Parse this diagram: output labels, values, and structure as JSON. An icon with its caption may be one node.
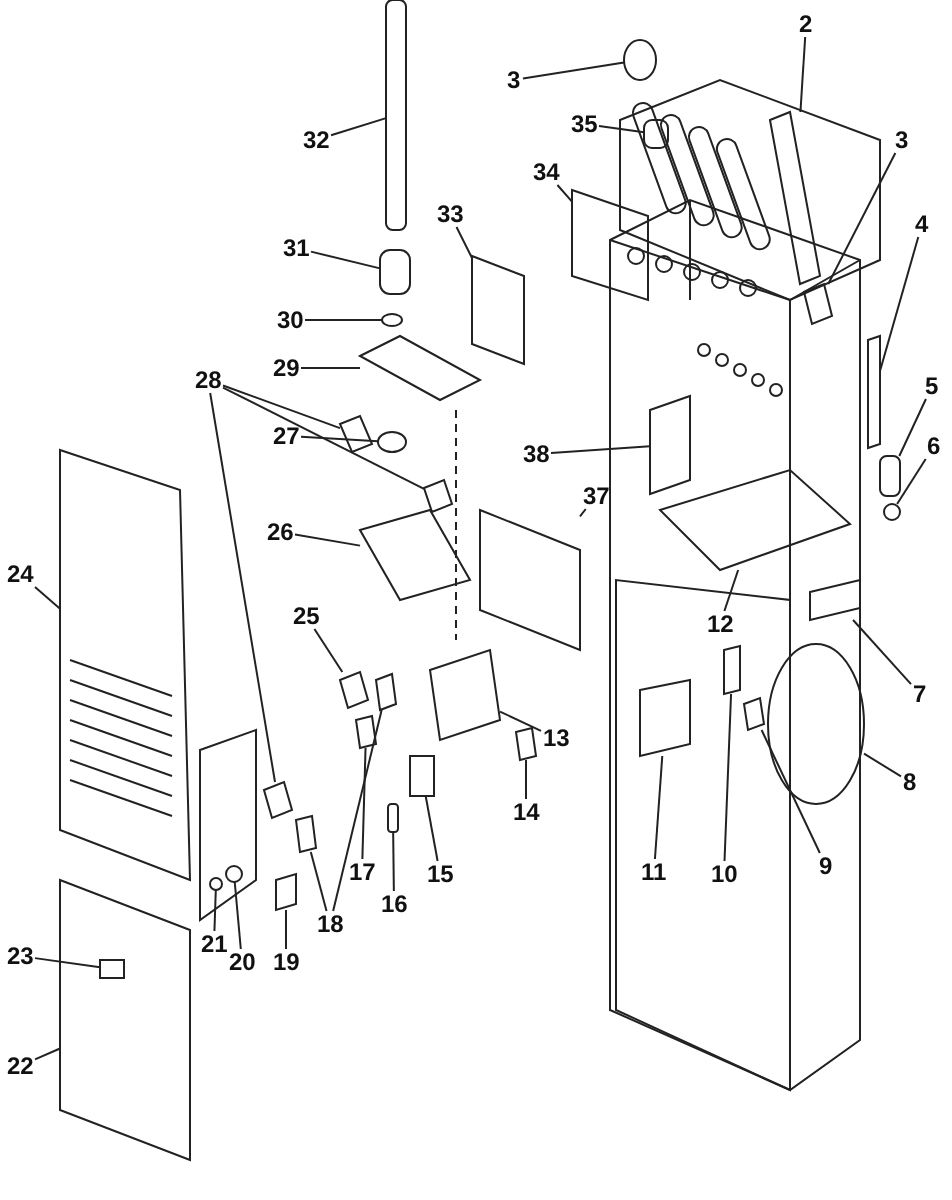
{
  "diagram": {
    "nodes": [
      {
        "text": [
          "2"
        ]
      },
      {
        "text": [
          "3"
        ]
      },
      {
        "text": [
          "3"
        ]
      },
      {
        "text": [
          "35"
        ]
      },
      {
        "text": [
          "32"
        ]
      },
      {
        "text": [
          "34"
        ]
      },
      {
        "text": [
          "4"
        ]
      },
      {
        "text": [
          "33"
        ]
      },
      {
        "text": [
          "31"
        ]
      },
      {
        "text": [
          "30"
        ]
      },
      {
        "text": [
          "29"
        ]
      },
      {
        "text": [
          "28"
        ]
      },
      {
        "text": [
          "5"
        ]
      },
      {
        "text": [
          "27"
        ]
      },
      {
        "text": [
          "6"
        ]
      },
      {
        "text": [
          "38"
        ]
      },
      {
        "text": [
          "37"
        ]
      },
      {
        "text": [
          "26"
        ]
      },
      {
        "text": [
          "24"
        ]
      },
      {
        "text": [
          "25"
        ]
      },
      {
        "text": [
          "12"
        ]
      },
      {
        "text": [
          "7"
        ]
      },
      {
        "text": [
          "13"
        ]
      },
      {
        "text": [
          "8"
        ]
      },
      {
        "text": [
          "14"
        ]
      },
      {
        "text": [
          "9"
        ]
      },
      {
        "text": [
          "11"
        ]
      },
      {
        "text": [
          "17"
        ]
      },
      {
        "text": [
          "15"
        ]
      },
      {
        "text": [
          "10"
        ]
      },
      {
        "text": [
          "16"
        ]
      },
      {
        "text": [
          "18"
        ]
      },
      {
        "text": [
          "21"
        ]
      },
      {
        "text": [
          "23"
        ]
      },
      {
        "text": [
          "19"
        ]
      },
      {
        "text": [
          "20"
        ]
      },
      {
        "text": [
          "22"
        ]
      },
      {
        "text": [],
        "shape": "box"
      },
      {
        "text": [],
        "shape": "circle"
      },
      {
        "text": [],
        "shape": "box"
      },
      {
        "text": [],
        "shape": "cylinder"
      },
      {
        "text": [],
        "shape": "cylinder"
      },
      {
        "text": [],
        "shape": "box"
      },
      {
        "text": [],
        "shape": "box"
      },
      {
        "text": [],
        "shape": "box"
      },
      {
        "text": [],
        "shape": "cylinder"
      },
      {
        "text": [],
        "shape": "circle"
      },
      {
        "text": [],
        "shape": "box"
      },
      {
        "text": [],
        "shape": "box"
      },
      {
        "text": [],
        "shape": "box"
      },
      {
        "text": [],
        "shape": "box"
      },
      {
        "text": [],
        "shape": "cylinder"
      },
      {
        "text": [],
        "shape": "circle"
      },
      {
        "text": [],
        "shape": "circle"
      },
      {
        "text": [],
        "shape": "box"
      },
      {
        "text": [],
        "shape": "box"
      },
      {
        "text": [],
        "shape": "box"
      },
      {
        "text": [],
        "shape": "box"
      },
      {
        "text": [],
        "shape": "box"
      },
      {
        "text": [],
        "shape": "box"
      },
      {
        "text": [],
        "shape": "box"
      },
      {
        "text": [],
        "shape": "box"
      },
      {
        "text": [],
        "shape": "circle"
      },
      {
        "text": [],
        "shape": "box"
      },
      {
        "text": [],
        "shape": "box"
      },
      {
        "text": [],
        "shape": "box"
      },
      {
        "text": [],
        "shape": "box"
      },
      {
        "text": [],
        "shape": "box"
      },
      {
        "text": [],
        "shape": "box"
      },
      {
        "text": [],
        "shape": "cylinder"
      },
      {
        "text": [],
        "shape": "box"
      },
      {
        "text": [],
        "shape": "box"
      },
      {
        "text": [],
        "shape": "circle"
      },
      {
        "text": [],
        "shape": "box"
      },
      {
        "text": [],
        "shape": "box",
        "in": 73
      },
      {
        "text": [],
        "shape": "box"
      },
      {
        "text": [],
        "shape": "circle"
      }
    ],
    "edges": [
      {
        "from": 0,
        "to": 37,
        "arrow": "none"
      },
      {
        "from": 1,
        "to": 38,
        "arrow": "none"
      },
      {
        "from": 2,
        "to": 39,
        "arrow": "none"
      },
      {
        "from": 3,
        "to": 40,
        "arrow": "none"
      },
      {
        "from": 4,
        "to": 41,
        "arrow": "none"
      },
      {
        "from": 5,
        "to": 42,
        "arrow": "none"
      },
      {
        "from": 6,
        "to": 43,
        "arrow": "none"
      },
      {
        "from": 7,
        "to": 44,
        "arrow": "none"
      },
      {
        "from": 8,
        "to": 45,
        "arrow": "none"
      },
      {
        "from": 9,
        "to": 46,
        "arrow": "none"
      },
      {
        "from": 10,
        "to": 47,
        "arrow": "none"
      },
      {
        "from": 11,
        "to": 48,
        "arrow": "none"
      },
      {
        "from": 11,
        "to": 49,
        "arrow": "none"
      },
      {
        "from": 11,
        "to": 50,
        "arrow": "none"
      },
      {
        "from": 12,
        "to": 51,
        "arrow": "none"
      },
      {
        "from": 13,
        "to": 52,
        "arrow": "none"
      },
      {
        "from": 14,
        "to": 53,
        "arrow": "none"
      },
      {
        "from": 15,
        "to": 54,
        "arrow": "none"
      },
      {
        "from": 16,
        "to": 55,
        "arrow": "none"
      },
      {
        "from": 17,
        "to": 56,
        "arrow": "none"
      },
      {
        "from": 18,
        "to": 57,
        "arrow": "none"
      },
      {
        "from": 19,
        "to": 58,
        "arrow": "none"
      },
      {
        "from": 20,
        "to": 59,
        "arrow": "none"
      },
      {
        "from": 21,
        "to": 60,
        "arrow": "none"
      },
      {
        "from": 22,
        "to": 61,
        "arrow": "none"
      },
      {
        "from": 23,
        "to": 62,
        "arrow": "none"
      },
      {
        "from": 24,
        "to": 63,
        "arrow": "none"
      },
      {
        "from": 25,
        "to": 64,
        "arrow": "none"
      },
      {
        "from": 26,
        "to": 65,
        "arrow": "none"
      },
      {
        "from": 27,
        "to": 66,
        "arrow": "none"
      },
      {
        "from": 28,
        "to": 67,
        "arrow": "none"
      },
      {
        "from": 29,
        "to": 68,
        "arrow": "none"
      },
      {
        "from": 30,
        "to": 69,
        "arrow": "none"
      },
      {
        "from": 31,
        "to": 70,
        "arrow": "none"
      },
      {
        "from": 31,
        "to": 71,
        "arrow": "none"
      },
      {
        "from": 32,
        "to": 72,
        "arrow": "none"
      },
      {
        "from": 33,
        "to": 74,
        "arrow": "none"
      },
      {
        "from": 34,
        "to": 75,
        "arrow": "none"
      },
      {
        "from": 35,
        "to": 76,
        "arrow": "none"
      },
      {
        "from": 36,
        "to": 73,
        "arrow": "none"
      }
    ]
  }
}
